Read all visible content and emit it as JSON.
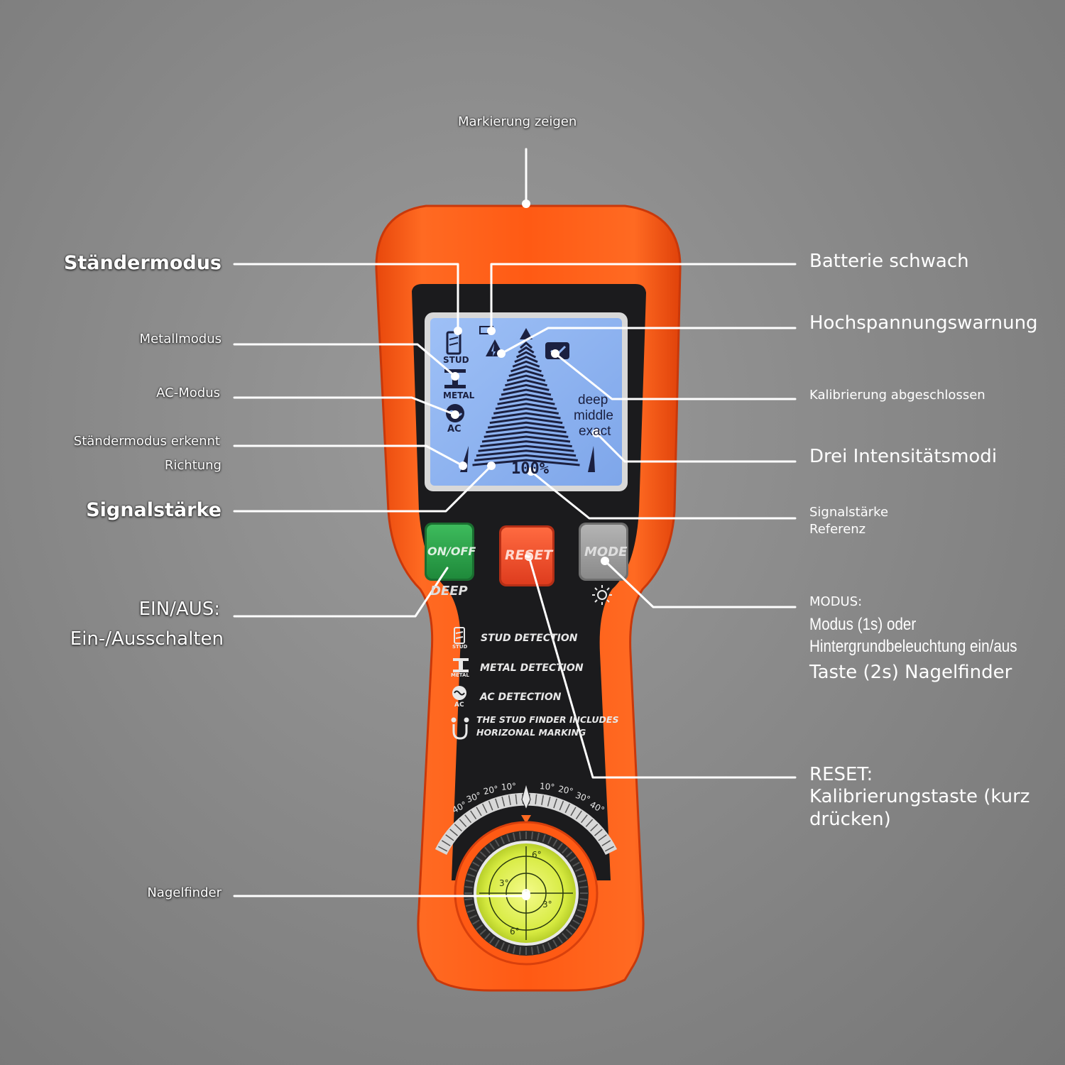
{
  "labels": {
    "top": "Markierung zeigen",
    "stud_mode": "Ständermodus",
    "metal_mode": "Metallmodus",
    "ac_mode": "AC-Modus",
    "stud_detect_1": "Ständermodus erkennt",
    "stud_detect_2": "Richtung",
    "signal": "Signalstärke",
    "onoff_1": "EIN/AUS:",
    "onoff_2": "Ein-/Ausschalten",
    "nail": "Nagelfinder",
    "battery": "Batterie schwach",
    "high_voltage": "Hochspannungswarnung",
    "calibration": "Kalibrierung abgeschlossen",
    "three_modes": "Drei Intensitätsmodi",
    "signal_ref_1": "Signalstärke",
    "signal_ref_2": "Referenz",
    "mode_1": "MODUS:",
    "mode_2": "Modus (1s) oder",
    "mode_3": "Hintergrundbeleuchtung ein/aus",
    "mode_4": "Taste (2s) Nagelfinder",
    "reset_1": "RESET:",
    "reset_2": "Kalibrierungstaste (kurz",
    "reset_3": "drücken)"
  },
  "device": {
    "lcd": {
      "stud": "STUD",
      "metal": "METAL",
      "ac": "AC",
      "deep": "deep",
      "middle": "middle",
      "exact": "exact",
      "percent": "100%"
    },
    "buttons": {
      "onoff": "ON/OFF",
      "reset": "RESET",
      "mode": "MODE",
      "deep": "DEEP"
    },
    "features": {
      "stud_tag": "STUD",
      "metal_tag": "METAL",
      "ac_tag": "AC",
      "stud": "STUD DETECTION",
      "metal": "METAL DETECTION",
      "ac": "AC DETECTION",
      "marking_1": "THE STUD FINDER INCLUDES",
      "marking_2": "HORIZONAL MARKING"
    },
    "angles_left": [
      "40°",
      "30°",
      "20°",
      "10°"
    ],
    "angles_right": [
      "10°",
      "20°",
      "30°",
      "40°"
    ],
    "level_marks": [
      "6°",
      "3°",
      "3°",
      "6°"
    ]
  },
  "colors": {
    "body_orange": "#ff5a14",
    "panel_black": "#1b1b1d",
    "lcd_blue": "#8fb4f2",
    "onoff_green": "#2aa349",
    "reset_red": "#f04a2a",
    "mode_grey": "#9c9c9c",
    "bubble_yellow": "#e4f25a"
  }
}
